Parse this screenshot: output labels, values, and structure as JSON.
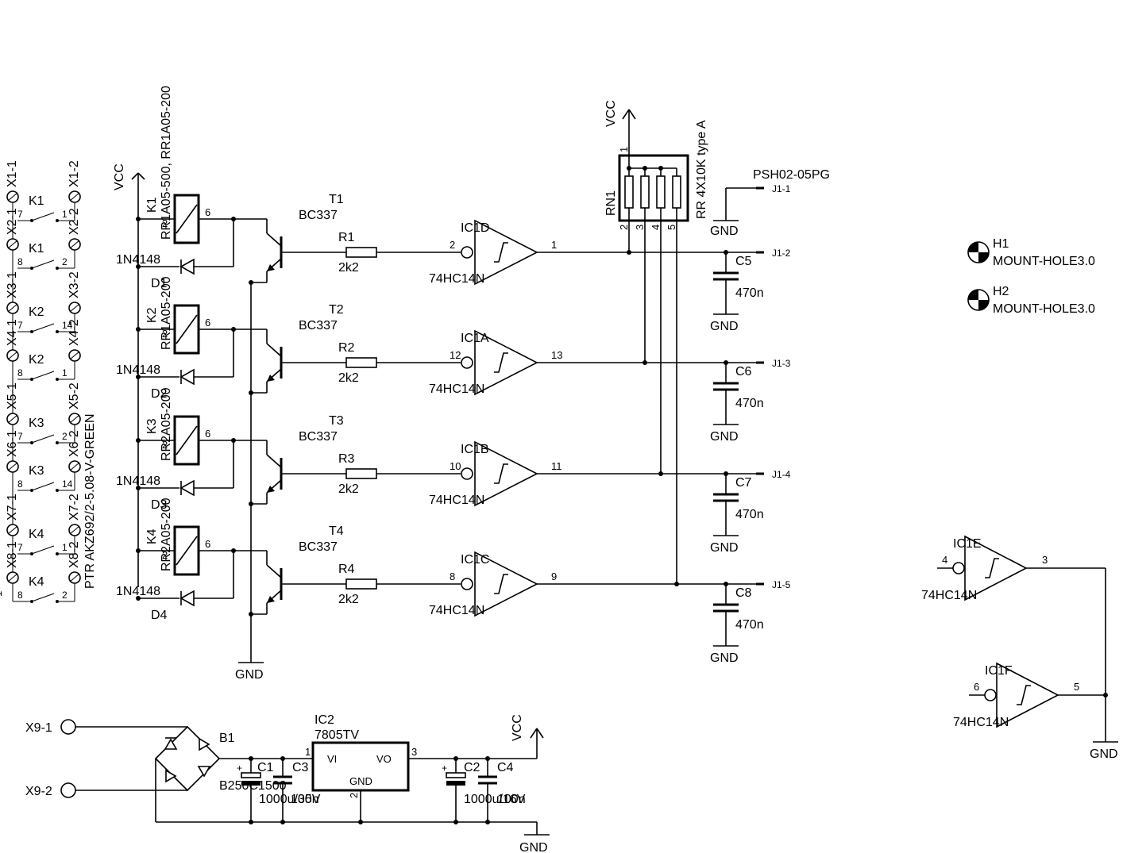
{
  "power": {
    "vcc": "VCC",
    "gnd": "GND"
  },
  "relay_prefix": "RR1A05-",
  "diode_part": "1N4148",
  "transistor_part": "BC337",
  "resistor_value": "2k2",
  "gate_part": "74HC14N",
  "cap_value": "470n",
  "channels": [
    {
      "relay": "K1",
      "diode": "D1",
      "transistor": "T1",
      "resistor": "R1",
      "gate": "IC1D",
      "in_pin": "2",
      "out_pin": "1",
      "cap": "C5",
      "connector": "J1-2",
      "relay_text": "RR1A05-500, RR1A05-200"
    },
    {
      "relay": "K2",
      "diode": "D2",
      "transistor": "T2",
      "resistor": "R2",
      "gate": "IC1A",
      "in_pin": "12",
      "out_pin": "13",
      "cap": "C6",
      "connector": "J1-3",
      "relay_text": "RR1A05-200"
    },
    {
      "relay": "K3",
      "diode": "D3",
      "transistor": "T3",
      "resistor": "R3",
      "gate": "IC1B",
      "in_pin": "10",
      "out_pin": "11",
      "cap": "C7",
      "connector": "J1-4",
      "relay_text": "RR2A05-200"
    },
    {
      "relay": "K4",
      "diode": "D4",
      "transistor": "T4",
      "resistor": "R4",
      "gate": "IC1C",
      "in_pin": "8",
      "out_pin": "9",
      "cap": "C8",
      "connector": "J1-5",
      "relay_text": "RR2A05-200"
    }
  ],
  "terminals_left": [
    "X1-1",
    "X2-1",
    "X3-1",
    "X4-1",
    "X5-1",
    "X6-1",
    "X7-1",
    "X8-1"
  ],
  "terminals_right": [
    "X1-2",
    "X2-2",
    "X3-2",
    "X4-2",
    "X5-2",
    "X6-2",
    "X7-2",
    "X8-2"
  ],
  "terminal_part": "PTR AKZ692/2-5.08-V-GREEN",
  "contacts": [
    "K1",
    "K1",
    "K2",
    "K2",
    "K3",
    "K3",
    "K4",
    "K4"
  ],
  "resistor_network": {
    "ref": "RN1",
    "part": "RR 4X10K type A",
    "pins": [
      "1",
      "2",
      "3",
      "4",
      "5"
    ]
  },
  "connector": {
    "part": "PSH02-05PG",
    "pin1": "J1-1"
  },
  "mount_holes": [
    {
      "ref": "H1",
      "part": "MOUNT-HOLE3.0"
    },
    {
      "ref": "H2",
      "part": "MOUNT-HOLE3.0"
    }
  ],
  "unused_gates": [
    {
      "ref": "IC1E",
      "in_pin": "4",
      "out_pin": "3",
      "part": "74HC14N"
    },
    {
      "ref": "IC1F",
      "in_pin": "6",
      "out_pin": "5",
      "part": "74HC14N"
    }
  ],
  "power_supply": {
    "inputs": [
      "X9-1",
      "X9-2"
    ],
    "bridge": {
      "ref": "B1",
      "part": "B250C1500"
    },
    "regulator": {
      "ref": "IC2",
      "part": "7805TV",
      "vi": "VI",
      "vo": "VO",
      "gnd": "GND",
      "pin_in": "1",
      "pin_gnd": "2",
      "pin_out": "3"
    },
    "caps": [
      {
        "ref": "C1",
        "value": "1000u/35V"
      },
      {
        "ref": "C3",
        "value": "100n"
      },
      {
        "ref": "C2",
        "value": "1000u/16V"
      },
      {
        "ref": "C4",
        "value": "100n"
      }
    ]
  },
  "relay_pins": [
    "1",
    "2",
    "6"
  ],
  "contact_pins": [
    "7",
    "8",
    "1",
    "2",
    "14"
  ]
}
